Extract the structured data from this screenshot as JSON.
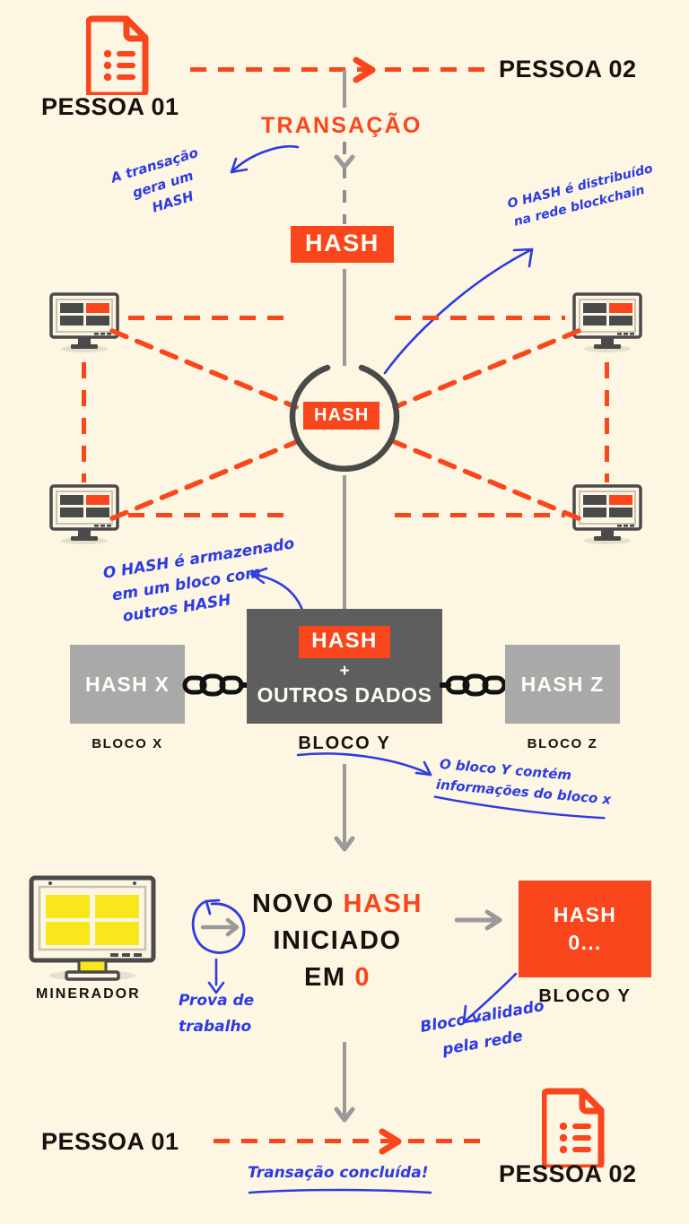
{
  "palette": {
    "background": "#FDF6E3",
    "orange": "#F9461C",
    "blue_ink": "#2D3BE2",
    "dark_text": "#17120E",
    "grey_block": "#A9A9A9",
    "dark_block": "#5E5E5E",
    "grey_arrow": "#9A9A9A",
    "miner_yellow": "#F8E71C"
  },
  "top": {
    "person_01": "PESSOA 01",
    "person_02": "PESSOA 02",
    "transacao": "TRANSAÇÃO",
    "hash": "HASH",
    "doc_icon": "document-list-icon",
    "note_left": [
      "A transação",
      "gera um",
      "HASH"
    ],
    "note_right": [
      "O HASH é distribuído",
      "na rede blockchain"
    ]
  },
  "network": {
    "center_hash": "HASH",
    "node_icon": "monitor-icon",
    "nodes": [
      "node-top-left",
      "node-top-right",
      "node-bottom-left",
      "node-bottom-right"
    ]
  },
  "blocks": {
    "note_storage": [
      "O HASH é armazenado",
      "em um bloco com",
      "outros HASH"
    ],
    "block_x": {
      "body": "HASH X",
      "caption": "BLOCO X"
    },
    "block_y": {
      "hash": "HASH",
      "plus": "+",
      "body": "OUTROS DADOS",
      "caption": "BLOCO Y"
    },
    "block_z": {
      "body": "HASH Z",
      "caption": "BLOCO Z"
    },
    "chain_icon": "chain-link-icon",
    "note_contains": [
      "O bloco Y contém",
      "informações do bloco x"
    ]
  },
  "mining": {
    "miner_icon": "monitor-miner-icon",
    "miner_label": "MINERADOR",
    "proof_icon": "circular-arrow-icon",
    "proof_note": [
      "Prova de",
      "trabalho"
    ],
    "headline": {
      "line1_prefix": "NOVO ",
      "line1_highlight": "HASH",
      "line2": "INICIADO",
      "line3_prefix": "EM ",
      "line3_highlight": "0"
    },
    "result_block": {
      "line1": "HASH",
      "line2": "0...",
      "caption": "BLOCO Y"
    },
    "validated_note": [
      "Bloco validado",
      "pela rede"
    ]
  },
  "bottom": {
    "person_01": "PESSOA 01",
    "person_02": "PESSOA 02",
    "doc_icon": "document-list-icon",
    "completed_note": "Transação concluída!"
  }
}
